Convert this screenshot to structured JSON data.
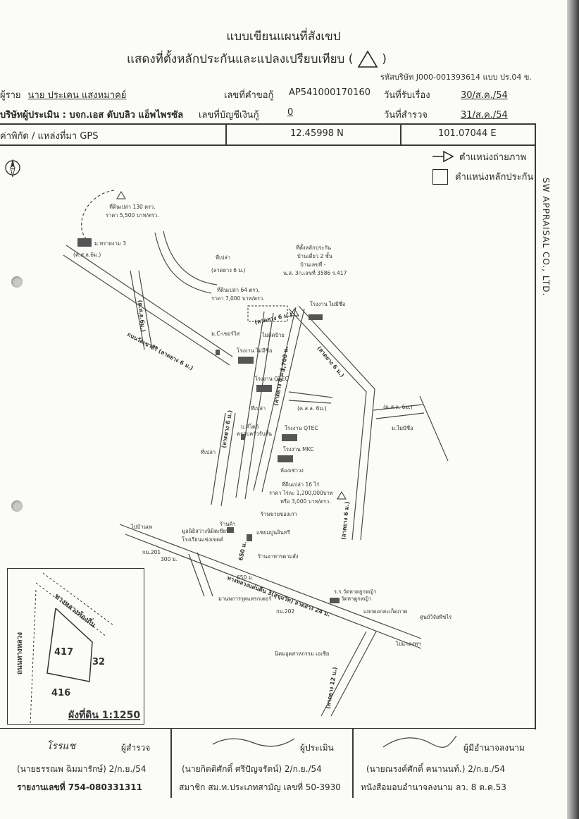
{
  "header": {
    "title_line1": "แบบเขียนแผนที่สังเขป",
    "title_line2": "แสดงที่ตั้งหลักประกันและแปลงเปรียบเทียบ (",
    "title_line2_end": ")",
    "company_code": "รหัสบริษัท J000-001393614 แบบ ปร.04 ข."
  },
  "fields": {
    "client_label": "ผู้ราย",
    "client_value": "นาย ประเคน แสงหมาคย์",
    "request_no_label": "เลขที่คำขอกู้",
    "request_no_value": "AP541000170160",
    "received_label": "วันที่รับเรื่อง",
    "received_value": "30/ส.ค./54",
    "appraiser_label": "บริษัทผู้ประเมิน : บจก.เอส ดับบลิว แอ็พไพรซัล",
    "account_label": "เลขที่บัญชีเงินกู้",
    "account_value": "0",
    "survey_label": "วันที่สำรวจ",
    "survey_value": "31/ส.ค./54",
    "gps_label": "ค่าพิกัด / แหล่งที่มา GPS",
    "gps_lat": "12.45998 N",
    "gps_lon": "101.07044 E"
  },
  "legend": {
    "photo_label": "ตำแหน่งถ่ายภาพ",
    "collateral_label": "ตำแหน่งหลักประกัน"
  },
  "side_text": "SW APPRAISAL CO., LTD.",
  "map_labels": {
    "comp3_title": "ที่ดินเปล่า 130 ตรว.",
    "comp3_price": "ราคา 5,500 บาท/ตรว.",
    "village3": "ม.ทรายงาม 3",
    "empty1": "ที่เปล่า",
    "road_top": "(ลาดยาง 6 ม.)",
    "collateral_title": "ที่ตั้งหลักประกัน",
    "collateral_l1": "บ้านเดี่ยว 2 ชั้น",
    "collateral_l2": "บ้านเลขที่ -",
    "collateral_l3": "น.ส. 3ก.เลขที่ 3586 ร.417",
    "comp1_title": "ที่ดินเปล่า 64 ตรว.",
    "comp1_price": "ราคา 7,000 บาท/ตรว.",
    "road_left_tag": "(ค.ส.ล.6ม.)",
    "road_vert_left": "(ค.ส.ล.6ม.)",
    "road_major": "ถนนวัดเขาศิริ (ลาดยาง 6 ม.)",
    "factory_a": "โรงงาน ไม่มีชื่อ",
    "factory_b": "โรงงาน ไม่มีชื่อ",
    "house_tag": "ไม่ติดป้าย",
    "village_b": "ม.C-เซอร์วิส",
    "factory_qtec1": "โรงงาน QTEC",
    "road_right_diag": "(ลาดยาง 6 ม.)",
    "dist_1700": "1,700 ม.",
    "road_cs6_mid": "(ค.ส.ล. 6ม.)",
    "road_cs6_right": "(ค.ส.ล. 6ม.)",
    "village_right": "ม.ไม่มีชื่อ",
    "empty2": "ที่เปล่า",
    "shop_office": "บ.ศิโตย์",
    "shop_office2": "ครอบครัวรับสั้น",
    "factory_qtec2": "โรงงาน QTEC",
    "factory_mkc": "โรงงาน MKC",
    "empty3": "ที่เปล่า",
    "dormitory": "ห้องเช่าวง",
    "comp2_title": "ที่ดินเปล่า 16 ไร่",
    "comp2_price1": "ราคา ไร่ละ 1,200,000บาท",
    "comp2_price2": "หรือ 3,000 บาท/ตรว.",
    "road_vert_mid": "(ลาดยาง 8 ม.)",
    "road_vert_right": "(ลาดยาง 6 ม.)",
    "shop1": "ร้านค้า",
    "shop2": "ร้านขายของเก่า",
    "foundation": "มูลนิธิสว่างนิมิตเขียน",
    "fdn2": "โรงเรียนแข่งเขตค์",
    "hardware": "แซยมปูนอินทรี",
    "dist_650": "650 ม.",
    "restaurant": "ร้านอาหารตามสั่ง",
    "to_bangkok": "ไปบ้านเพ",
    "km201": "กม.201",
    "dist_300": "300 ม.",
    "highway": "ทางหลวงแผ่นดิน 3(สุขุมวิท) ลาดยาง 24 ม.",
    "dist_650b": "650 ม.",
    "furniture": "มานพการรุดแทรกเตอร์",
    "km202": "กม.202",
    "school": "ร.ร.วัดหาดยูกหญ้า",
    "temple": "วัดหาดูกหญ้า",
    "junction": "แยกดอกสะเก็ดภาค",
    "center": "ศูนย์วิจัยพืชไร่",
    "to_rayong": "ไปแกลงทฯ",
    "road_bottom": "(ลาดยาง 12 ม.)",
    "industrial": "นิคมอุตสาหกรรม เอเชีย",
    "road_left_vert": "(ลาดยาง 6 ม.)",
    "road_hvl_lane": "(ลาดยาง 6 ม.)"
  },
  "inset": {
    "road_label": "ทางหลวงท้องถิ่น",
    "lane_label": "ถนนทางหลวง",
    "parcel_417": "417",
    "parcel_32": "32",
    "parcel_416": "416",
    "scale": "ผังที่ดิน 1:1250"
  },
  "signatures": {
    "inspector_sig": "โรรแช",
    "inspector_role": "ผู้สำรวจ",
    "inspector_name": "(นายธรรณพ ฉิมมารักษ์) 2/ก.ย./54",
    "report_label": "รายงานเลขที่",
    "report_no": "754-080331311",
    "appraiser_role": "ผู้ประเมิน",
    "appraiser_name": "(นายกิตติศักดิ์ ศรีปัญจรัตน์) 2/ก.ย./54",
    "appraiser_member": "สมาชิก สม.ท.ประเภทสามัญ เลขที่ 50-3930",
    "authority_role": "ผู้มีอำนาจลงนาม",
    "authority_name": "(นายณรงค์ศักดิ์ ฅนานนท์.) 2/ก.ย./54",
    "authority_doc": "หนังสือมอบอำนาจลงนาม ลว. 8 ต.ค.53"
  }
}
